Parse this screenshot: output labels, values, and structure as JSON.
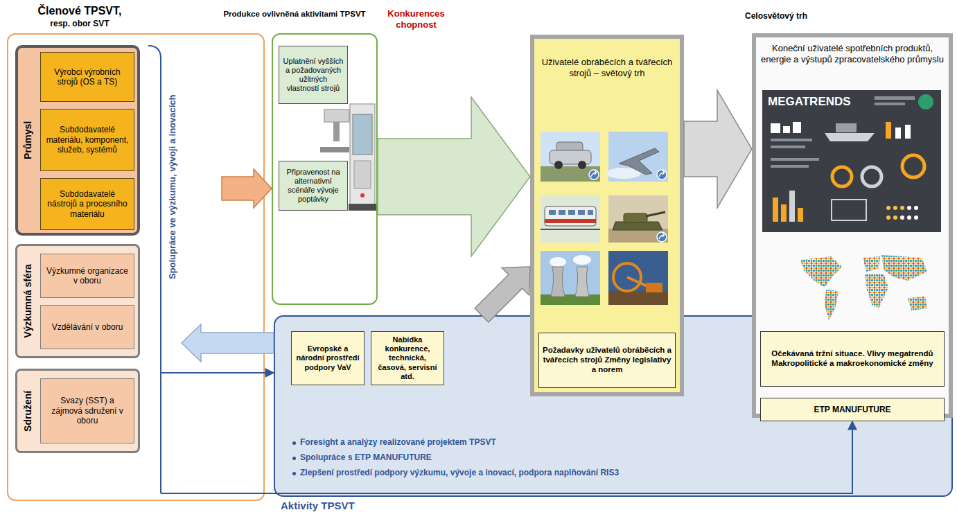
{
  "diagram": {
    "nodes": [
      {
        "text": [
          "Členové TPSVT,",
          "resp. obor SVT",
          "Spolupráce ve výzkumu, vývoji a inovacích"
        ]
      },
      {
        "text": [
          "Průmysl"
        ],
        "in": 0
      },
      {
        "text": [
          "Výrobci výrobních strojů (OS a TS)"
        ],
        "in": 1
      },
      {
        "text": [
          "Subdodavatelé materiálu, komponent, služeb, systémů"
        ],
        "in": 1
      },
      {
        "text": [
          "Subdodavatelé nástrojů a procesního materiálu"
        ],
        "in": 1
      },
      {
        "text": [
          "Výzkumná sféra"
        ],
        "in": 0
      },
      {
        "text": [
          "Výzkumné organizace v oboru"
        ],
        "in": 5
      },
      {
        "text": [
          "Vzdělávání v oboru"
        ],
        "in": 5
      },
      {
        "text": [
          "Sdružení"
        ],
        "in": 0
      },
      {
        "text": [
          "Svazy (SST) a zájmová sdružení v oboru"
        ],
        "in": 8
      },
      {
        "text": [
          "Produkce ovlivněná aktivitami TPSVT"
        ]
      },
      {
        "text": [
          "Uplatnění vyšších a požadovaných užitných vlastností strojů"
        ],
        "in": 10
      },
      {
        "text": [
          "Připravenost na alternativní scénáře vývoje poptávky"
        ],
        "in": 10
      },
      {
        "text": [
          "Uživatelé obráběcích a tvářecích strojů – světový trh"
        ]
      },
      {
        "text": [
          "Požadavky uživatelů obráběcích a tvářecích strojů Změny legislativy a norem"
        ],
        "in": 13
      },
      {
        "text": [
          "Celosvětový trh",
          "Koneční uživatelé spotřebních produktů, energie a výstupů zpracovatelského průmyslu"
        ]
      },
      {
        "text": [
          "Očekávaná tržní situace. Vlivy megatrendů Makropolitické a makroekonomické změny"
        ],
        "in": 15
      },
      {
        "text": [
          "ETP MANUFUTURE"
        ],
        "in": 15
      },
      {
        "text": [
          "Foresight a analýzy realizované projektem TPSVT",
          "Spolupráce s ETP MANUFUTURE",
          "Zlepšení prostředí podpory výzkumu, vývoje a inovací, podpora naplňování RIS3",
          "Aktivity TPSVT"
        ]
      },
      {
        "text": [
          "Evropské a národní prostředí podpory VaV"
        ],
        "in": 18
      },
      {
        "text": [
          "Nabídka konkurence, technická, časová, servisní atd."
        ],
        "in": 18
      }
    ],
    "edges": [
      {
        "from": 0,
        "to": 10,
        "arrow": "to"
      },
      {
        "from": 10,
        "to": 13,
        "arrow": "to"
      },
      {
        "from": 13,
        "to": 15,
        "arrow": "to"
      },
      {
        "from": 18,
        "to": 13,
        "arrow": "to"
      },
      {
        "from": 18,
        "to": 0,
        "arrow": "to"
      },
      {
        "from": 0,
        "to": 18,
        "arrow": "to"
      },
      {
        "from": 0,
        "to": 17,
        "arrow": "to"
      }
    ],
    "labels": [
      "Konkurences chopnost",
      "MEGATRENDS"
    ]
  }
}
